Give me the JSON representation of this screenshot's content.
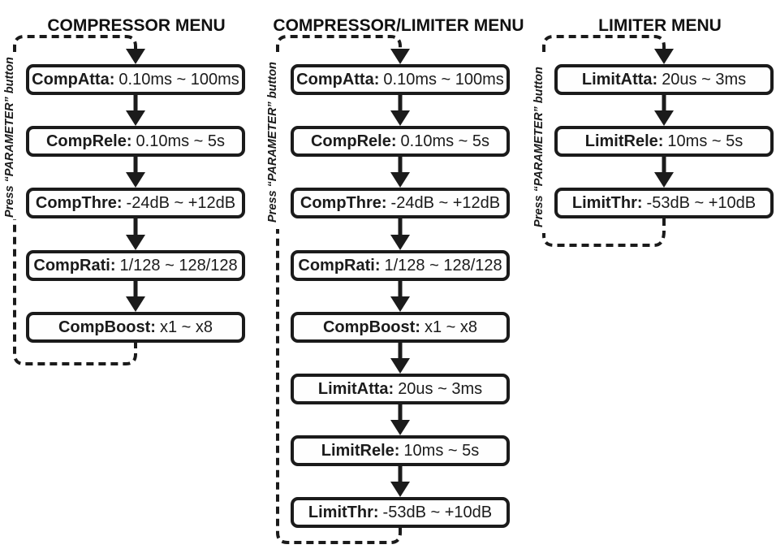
{
  "diagram": {
    "loop_label": "Press “PARAMETER” button"
  },
  "menus": [
    {
      "title": "COMPRESSOR MENU",
      "items": [
        {
          "label": "CompAtta:",
          "range": "0.10ms ~ 100ms"
        },
        {
          "label": "CompRele:",
          "range": "0.10ms ~ 5s"
        },
        {
          "label": "CompThre:",
          "range": "-24dB ~ +12dB"
        },
        {
          "label": "CompRati:",
          "range": "1/128 ~ 128/128"
        },
        {
          "label": "CompBoost:",
          "range": "x1 ~ x8"
        }
      ]
    },
    {
      "title": "COMPRESSOR/LIMITER MENU",
      "items": [
        {
          "label": "CompAtta:",
          "range": "0.10ms ~ 100ms"
        },
        {
          "label": "CompRele:",
          "range": "0.10ms ~ 5s"
        },
        {
          "label": "CompThre:",
          "range": "-24dB ~ +12dB"
        },
        {
          "label": "CompRati:",
          "range": "1/128 ~ 128/128"
        },
        {
          "label": "CompBoost:",
          "range": "x1 ~ x8"
        },
        {
          "label": "LimitAtta:",
          "range": "20us ~ 3ms"
        },
        {
          "label": "LimitRele:",
          "range": "10ms ~ 5s"
        },
        {
          "label": "LimitThr:",
          "range": "-53dB ~ +10dB"
        }
      ]
    },
    {
      "title": "LIMITER MENU",
      "items": [
        {
          "label": "LimitAtta:",
          "range": "20us ~ 3ms"
        },
        {
          "label": "LimitRele:",
          "range": "10ms ~ 5s"
        },
        {
          "label": "LimitThr:",
          "range": "-53dB ~ +10dB"
        }
      ]
    }
  ],
  "colors": {
    "ink": "#1b1b1b",
    "background": "#ffffff",
    "box_fill": "#fefefe"
  }
}
